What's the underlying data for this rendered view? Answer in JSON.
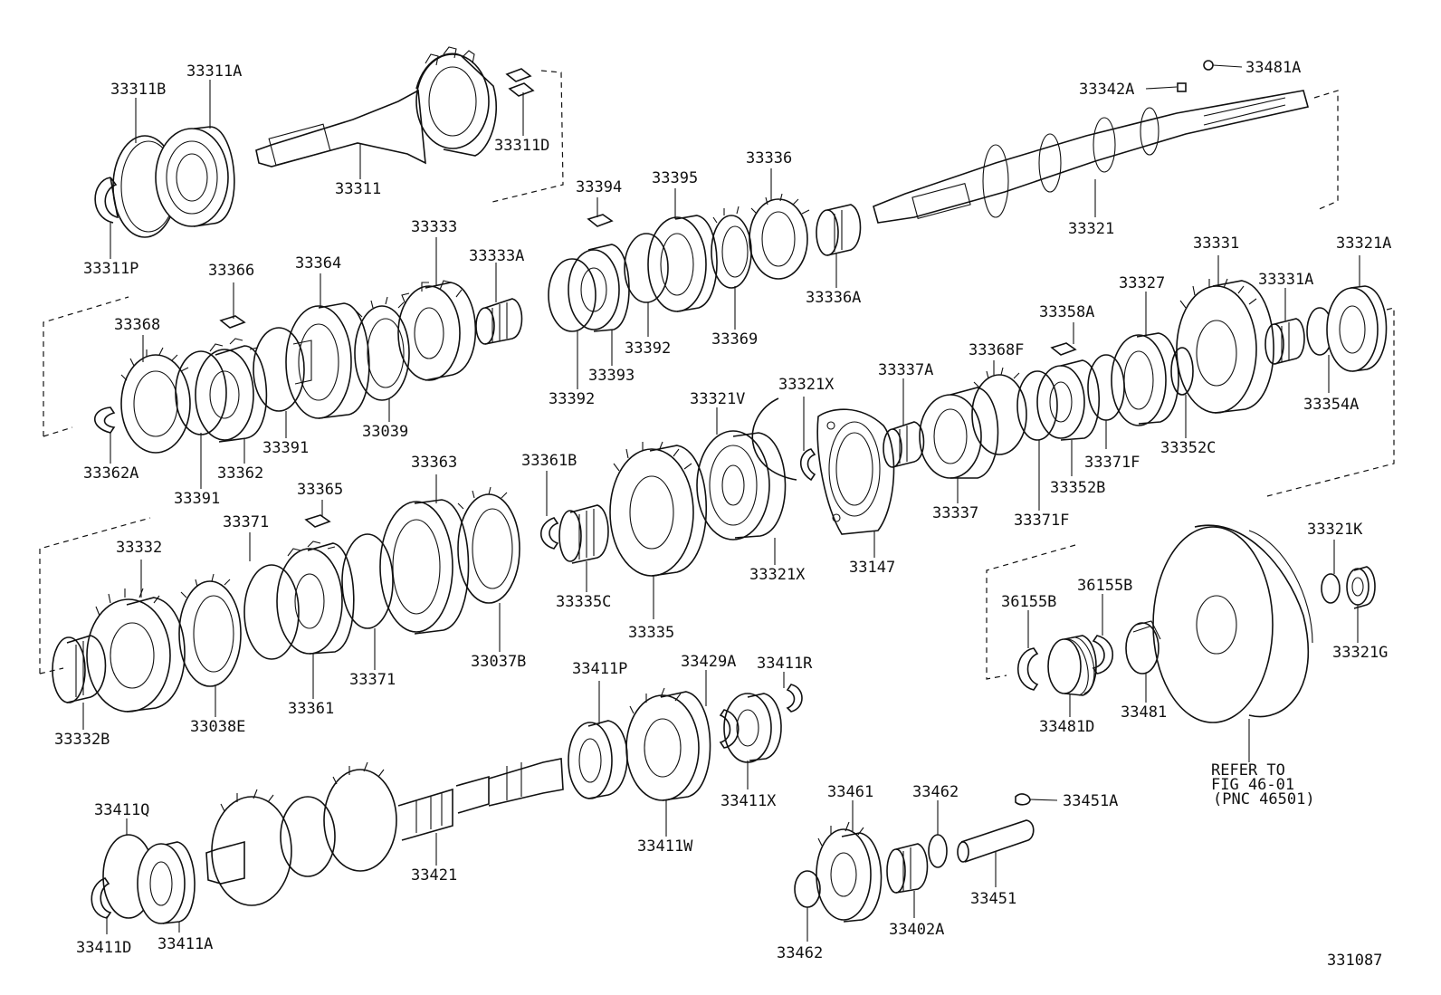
{
  "diagram": {
    "figure_number": "331087",
    "refer_note": [
      "REFER TO",
      "FIG 46-01",
      "(PNC 46501)"
    ],
    "labels": {
      "l33311B": "33311B",
      "l33311A": "33311A",
      "l33311": "33311",
      "l33311D": "33311D",
      "l33311P": "33311P",
      "l33394": "33394",
      "l33395": "33395",
      "l33336": "33336",
      "l33336A": "33336A",
      "l33342A": "33342A",
      "l33481A": "33481A",
      "l33321": "33321",
      "l33366": "33366",
      "l33364": "33364",
      "l33333": "33333",
      "l33333A": "33333A",
      "l33368": "33368",
      "l33362A": "33362A",
      "l33391a": "33391",
      "l33362": "33362",
      "l33391b": "33391",
      "l33039": "33039",
      "l33392a": "33392",
      "l33393": "33393",
      "l33392b": "33392",
      "l33369": "33369",
      "l33331": "33331",
      "l33321A": "33321A",
      "l33327": "33327",
      "l33331A": "33331A",
      "l33358A": "33358A",
      "l33354A": "33354A",
      "l33368F": "33368F",
      "l33337A": "33337A",
      "l33321Xa": "33321X",
      "l33321V": "33321V",
      "l33361B": "33361B",
      "l33363": "33363",
      "l33365": "33365",
      "l33371a": "33371",
      "l33332": "33332",
      "l33352C": "33352C",
      "l33371Fa": "33371F",
      "l33352B": "33352B",
      "l33371Fb": "33371F",
      "l33337": "33337",
      "l33147": "33147",
      "l33321Xb": "33321X",
      "l33335C": "33335C",
      "l33335": "33335",
      "l33037B": "33037B",
      "l33371b": "33371",
      "l33361": "33361",
      "l33038E": "33038E",
      "l33332B": "33332B",
      "l33321K": "33321K",
      "l36155Ba": "36155B",
      "l36155Bb": "36155B",
      "l33321G": "33321G",
      "l33481": "33481",
      "l33481D": "33481D",
      "l33411P": "33411P",
      "l33429A": "33429A",
      "l33411R": "33411R",
      "l33411X": "33411X",
      "l33411W": "33411W",
      "l33411Q": "33411Q",
      "l33421": "33421",
      "l33411D": "33411D",
      "l33411A": "33411A",
      "l33461": "33461",
      "l33462a": "33462",
      "l33451A": "33451A",
      "l33451": "33451",
      "l33402A": "33402A",
      "l33462b": "33462"
    }
  }
}
